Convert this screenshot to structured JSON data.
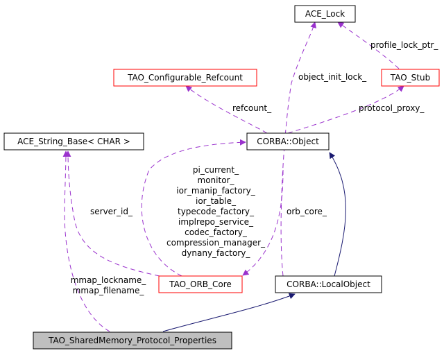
{
  "colors": {
    "usage_edge": "#9a32cd",
    "inherit_edge": "#191970",
    "node_red_border": "#ff0000",
    "node_black_border": "#000000",
    "focus_fill": "#bfbfbf"
  },
  "nodes": {
    "ace_lock": "ACE_Lock",
    "tao_configurable_refcount": "TAO_Configurable_Refcount",
    "tao_stub": "TAO_Stub",
    "ace_string_base": "ACE_String_Base< CHAR >",
    "corba_object": "CORBA::Object",
    "tao_orb_core": "TAO_ORB_Core",
    "corba_localobject": "CORBA::LocalObject",
    "tao_sharedmemory_protocol_properties": "TAO_SharedMemory_Protocol_Properties"
  },
  "edge_labels": {
    "object_init_lock": "object_init_lock_",
    "profile_lock_ptr": "profile_lock_ptr_",
    "refcount": "refcount_",
    "protocol_proxy": "protocol_proxy_",
    "server_id": "server_id_",
    "orb_core": "orb_core_",
    "orb_core_members": [
      "pi_current_",
      "monitor_",
      "ior_manip_factory_",
      "ior_table_",
      "typecode_factory_",
      "implrepo_service_",
      "codec_factory_",
      "compression_manager_",
      "dynany_factory_"
    ],
    "mmap_names": [
      "mmap_lockname_",
      "mmap_filename_"
    ]
  }
}
